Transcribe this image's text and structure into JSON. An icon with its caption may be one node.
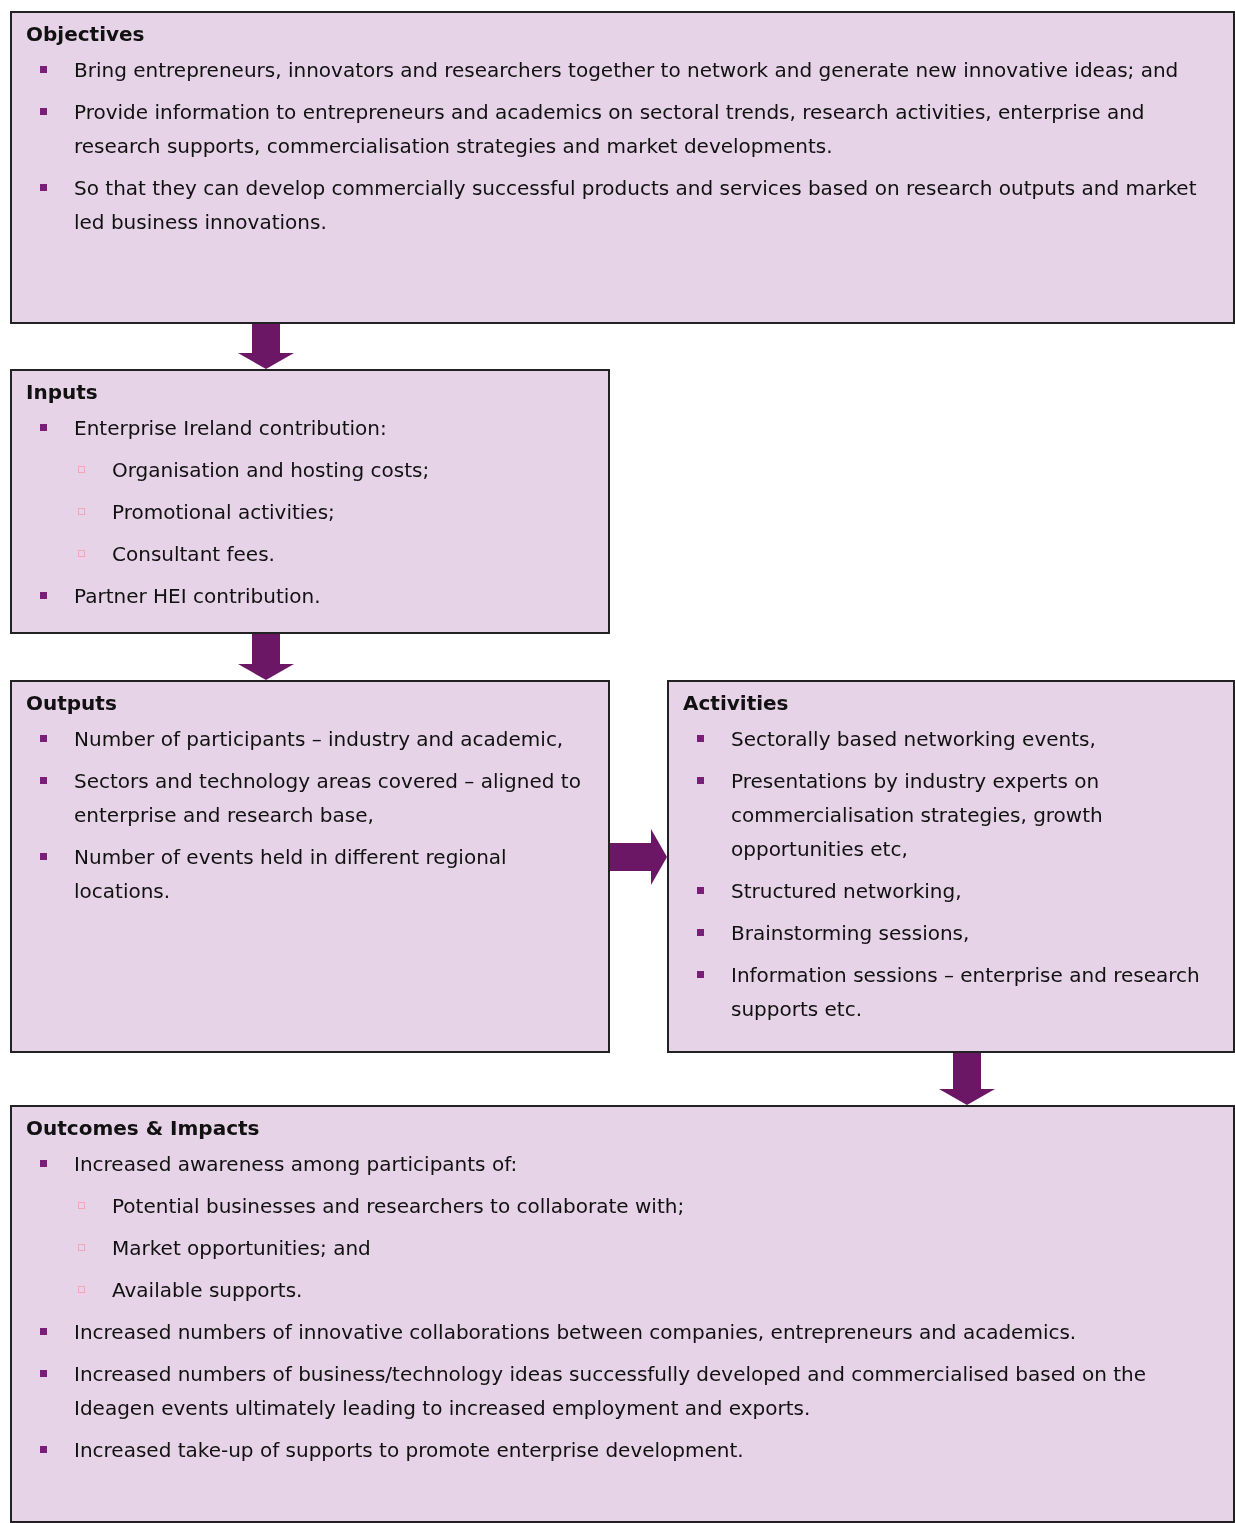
{
  "diagram": {
    "nodes": [
      {
        "text": [
          "Objectives",
          "Bring entrepreneurs, innovators and researchers together to network and generate new innovative ideas; and",
          "Provide information to entrepreneurs and academics on sectoral trends, research activities, enterprise and research supports, commercialisation strategies and market developments.",
          "So that they can develop commercially successful products and services based on research outputs and market led business innovations."
        ]
      },
      {
        "text": [
          "Inputs",
          "Enterprise Ireland contribution:",
          "Organisation and hosting costs;",
          "Promotional activities;",
          "Consultant fees.",
          "Partner HEI contribution."
        ]
      },
      {
        "text": [
          "Outputs",
          "Number of participants – industry and academic,",
          "Sectors and technology areas covered – aligned to enterprise and research base,",
          "Number of events held in different regional locations."
        ]
      },
      {
        "text": [
          "Activities",
          "Sectorally based networking events,",
          "Presentations by industry experts on commercialisation strategies, growth opportunities etc,",
          "Structured networking,",
          "Brainstorming sessions,",
          "Information sessions – enterprise and research supports etc."
        ]
      },
      {
        "text": [
          "Outcomes & Impacts",
          "Increased awareness among participants of:",
          "Potential businesses and researchers to collaborate with;",
          "Market opportunities; and",
          "Available supports.",
          "Increased numbers of innovative collaborations between companies, entrepreneurs and academics.",
          "Increased numbers of business/technology ideas successfully developed and commercialised based on the Ideagen events ultimately leading to increased employment and exports.",
          "Increased take-up of supports to promote enterprise development."
        ]
      }
    ],
    "edges": [
      {
        "from": 0,
        "to": 1,
        "arrow": "to"
      },
      {
        "from": 1,
        "to": 2,
        "arrow": "to"
      },
      {
        "from": 2,
        "to": 3,
        "arrow": "to"
      },
      {
        "from": 3,
        "to": 4,
        "arrow": "to"
      }
    ]
  }
}
